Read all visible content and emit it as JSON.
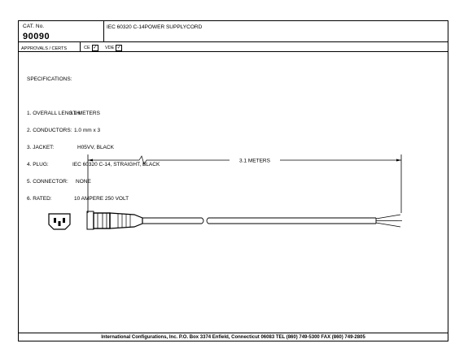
{
  "header": {
    "cat_no_label": "CAT. No.",
    "cat_no_value": "90090",
    "title": "IEC 60320 C-14POWER SUPPLYCORD",
    "approvals_label": "APPROVALS / CERTS",
    "ce_label": "CE",
    "ce_checked": "✓",
    "vde_label": "VDE",
    "vde_checked": "✓"
  },
  "specs": {
    "heading": "SPECIFICATIONS:",
    "items": [
      {
        "key": "1. OVERALL LENGTH:",
        "value": "3.1 METERS"
      },
      {
        "key": "2. CONDUCTORS:",
        "value": "1.0 mm x 3"
      },
      {
        "key": "3. JACKET:",
        "value": "H05VV, BLACK"
      },
      {
        "key": "4. PLUG:",
        "value": "IEC 60320 C-14, STRAIGHT, BLACK"
      },
      {
        "key": "5. CONNECTOR:",
        "value": "NONE"
      },
      {
        "key": "6. RATED:",
        "value": "10 AMPERE 250 VOLT"
      }
    ]
  },
  "drawing": {
    "dimension_label": "3.1 METERS"
  },
  "footer": {
    "text": "International Configurations, Inc.  P.O. Box 3374  Enfield, Connecticut 06083 TEL (860) 749-5300  FAX (860) 749-2805"
  }
}
